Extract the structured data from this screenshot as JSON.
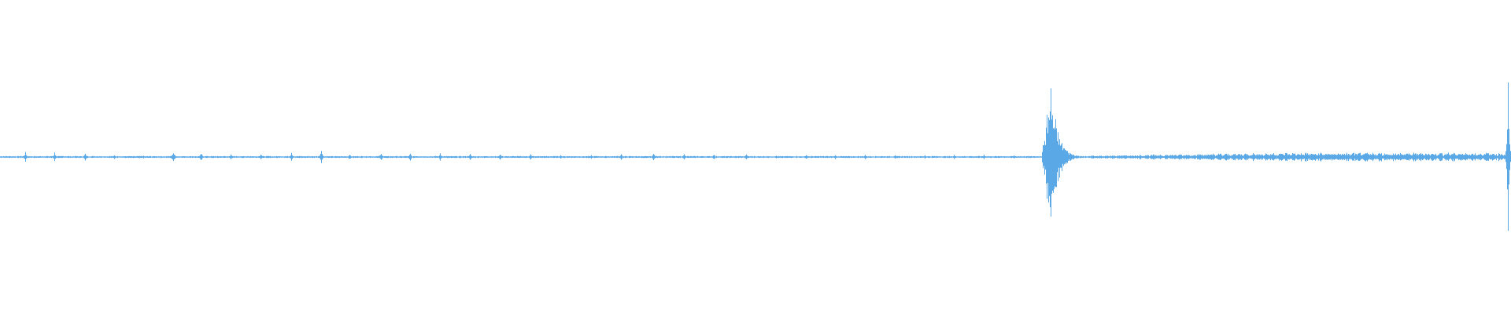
{
  "waveform": {
    "color": "#5aa9e6",
    "baseline_color": "#7fbcec",
    "clicks": [
      0.0165,
      0.036,
      0.0565,
      0.0755,
      0.095,
      0.1145,
      0.133,
      0.1525,
      0.1725,
      0.1925,
      0.2125,
      0.2315,
      0.252,
      0.2715,
      0.291,
      0.311,
      0.3305,
      0.351,
      0.371,
      0.391,
      0.411,
      0.4325,
      0.4525,
      0.4725,
      0.4935,
      0.5135,
      0.5335,
      0.5525,
      0.5725,
      0.592,
      0.612,
      0.631,
      0.651,
      0.671
    ],
    "click_amplitudes": [
      0.06,
      0.06,
      0.05,
      0.03,
      0.02,
      0.09,
      0.06,
      0.04,
      0.04,
      0.06,
      0.08,
      0.04,
      0.06,
      0.06,
      0.05,
      0.05,
      0.05,
      0.04,
      0.03,
      0.03,
      0.04,
      0.05,
      0.04,
      0.04,
      0.04,
      0.03,
      0.03,
      0.03,
      0.04,
      0.03,
      0.03,
      0.03,
      0.03,
      0.03
    ],
    "burst": {
      "start": 0.689,
      "peak": 0.6955,
      "end": 0.722,
      "amplitude": 0.9
    },
    "tail": {
      "start": 0.722,
      "end": 0.998,
      "amplitude": 0.06
    },
    "edge_spike": {
      "position": 0.998,
      "amplitude": 1.0
    }
  }
}
